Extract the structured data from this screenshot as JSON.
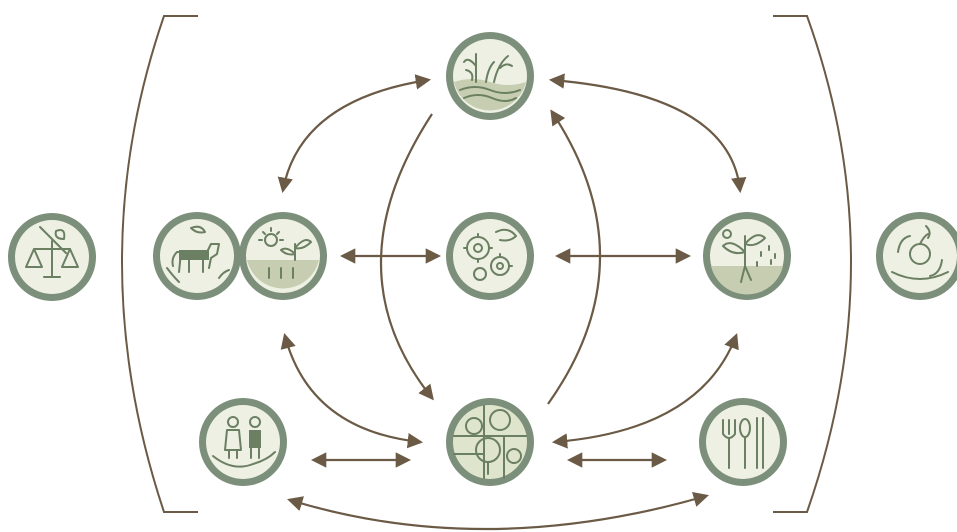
{
  "diagram": {
    "colors": {
      "ring": "#7c8f7a",
      "face": "#edf0e3",
      "ink": "#6b7f62",
      "arrow": "#6b5a45"
    },
    "nodes": [
      {
        "id": "justice",
        "icon": "scales-leaf-icon"
      },
      {
        "id": "animals",
        "icon": "cattle-icon"
      },
      {
        "id": "crops",
        "icon": "sun-seedling-icon"
      },
      {
        "id": "water",
        "icon": "water-plants-icon"
      },
      {
        "id": "technology",
        "icon": "gears-icon"
      },
      {
        "id": "climate",
        "icon": "plant-rain-icon"
      },
      {
        "id": "people",
        "icon": "farmers-hand-icon"
      },
      {
        "id": "land",
        "icon": "trees-parcels-icon"
      },
      {
        "id": "food",
        "icon": "cutlery-icon"
      },
      {
        "id": "circularity",
        "icon": "apple-cycle-icon"
      }
    ]
  }
}
